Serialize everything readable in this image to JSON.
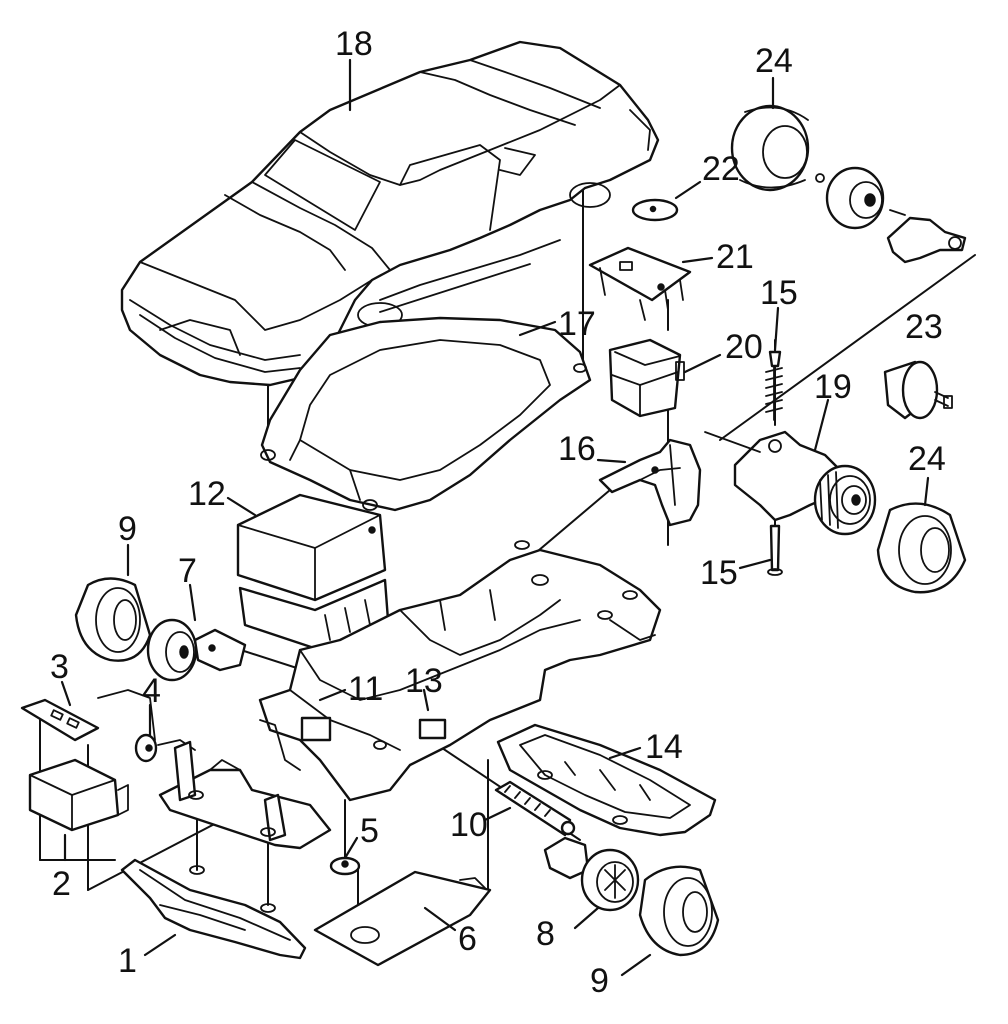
{
  "callouts": [
    {
      "id": "c18",
      "text": "18"
    },
    {
      "id": "c24a",
      "text": "24"
    },
    {
      "id": "c22",
      "text": "22"
    },
    {
      "id": "c21",
      "text": "21"
    },
    {
      "id": "c15a",
      "text": "15"
    },
    {
      "id": "c23",
      "text": "23"
    },
    {
      "id": "c17",
      "text": "17"
    },
    {
      "id": "c20",
      "text": "20"
    },
    {
      "id": "c19",
      "text": "19"
    },
    {
      "id": "c24b",
      "text": "24"
    },
    {
      "id": "c16",
      "text": "16"
    },
    {
      "id": "c12",
      "text": "12"
    },
    {
      "id": "c9a",
      "text": "9"
    },
    {
      "id": "c7",
      "text": "7"
    },
    {
      "id": "c15b",
      "text": "15"
    },
    {
      "id": "c3",
      "text": "3"
    },
    {
      "id": "c4",
      "text": "4"
    },
    {
      "id": "c11",
      "text": "11"
    },
    {
      "id": "c13",
      "text": "13"
    },
    {
      "id": "c14",
      "text": "14"
    },
    {
      "id": "c5",
      "text": "5"
    },
    {
      "id": "c10",
      "text": "10"
    },
    {
      "id": "c2",
      "text": "2"
    },
    {
      "id": "c8",
      "text": "8"
    },
    {
      "id": "c6",
      "text": "6"
    },
    {
      "id": "c1",
      "text": "1"
    },
    {
      "id": "c9b",
      "text": "9"
    }
  ],
  "colors": {
    "ink": "#111111",
    "paper": "#ffffff"
  }
}
